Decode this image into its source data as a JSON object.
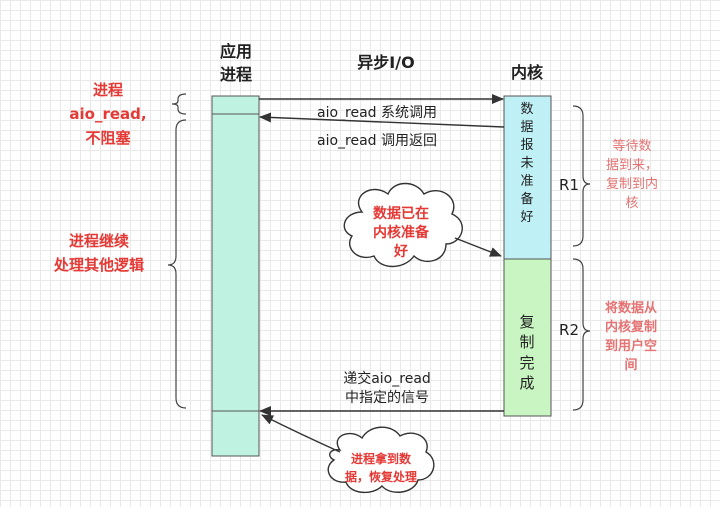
{
  "header": {
    "app_line1": "应用",
    "app_line2": "进程",
    "kernel": "内核",
    "title": "异步I/O"
  },
  "left_annotations": {
    "a_line1": "进程",
    "a_line2": "aio_read,",
    "a_line3": "不阻塞",
    "b_line1": "进程继续",
    "b_line2": "处理其他逻辑"
  },
  "arrows": {
    "syscall": "aio_read 系统调用",
    "syscall_return": "aio_read 调用返回",
    "signal_line1": "递交aio_read",
    "signal_line2": "中指定的信号"
  },
  "kernel_blocks": {
    "not_ready_chars": [
      "数",
      "据",
      "报",
      "未",
      "准",
      "备",
      "好"
    ],
    "copy_chars": [
      "复",
      "制",
      "完",
      "成"
    ]
  },
  "phases": {
    "r1": "R1",
    "r1_desc": [
      "等待数",
      "据到来，",
      "复制到内",
      "核"
    ],
    "r2": "R2",
    "r2_desc": [
      "将数据从",
      "内核复制",
      "到用户空",
      "间"
    ]
  },
  "clouds": {
    "ready": [
      "数据已在",
      "内核准备",
      "好"
    ],
    "done": [
      "进程拿到数",
      "据，恢复处理"
    ]
  },
  "colors": {
    "app_fill": "#bff2e0",
    "not_ready_fill": "#bff0f6",
    "copy_fill": "#c9f5c2",
    "red": "#e53935",
    "pink": "#e57373"
  }
}
